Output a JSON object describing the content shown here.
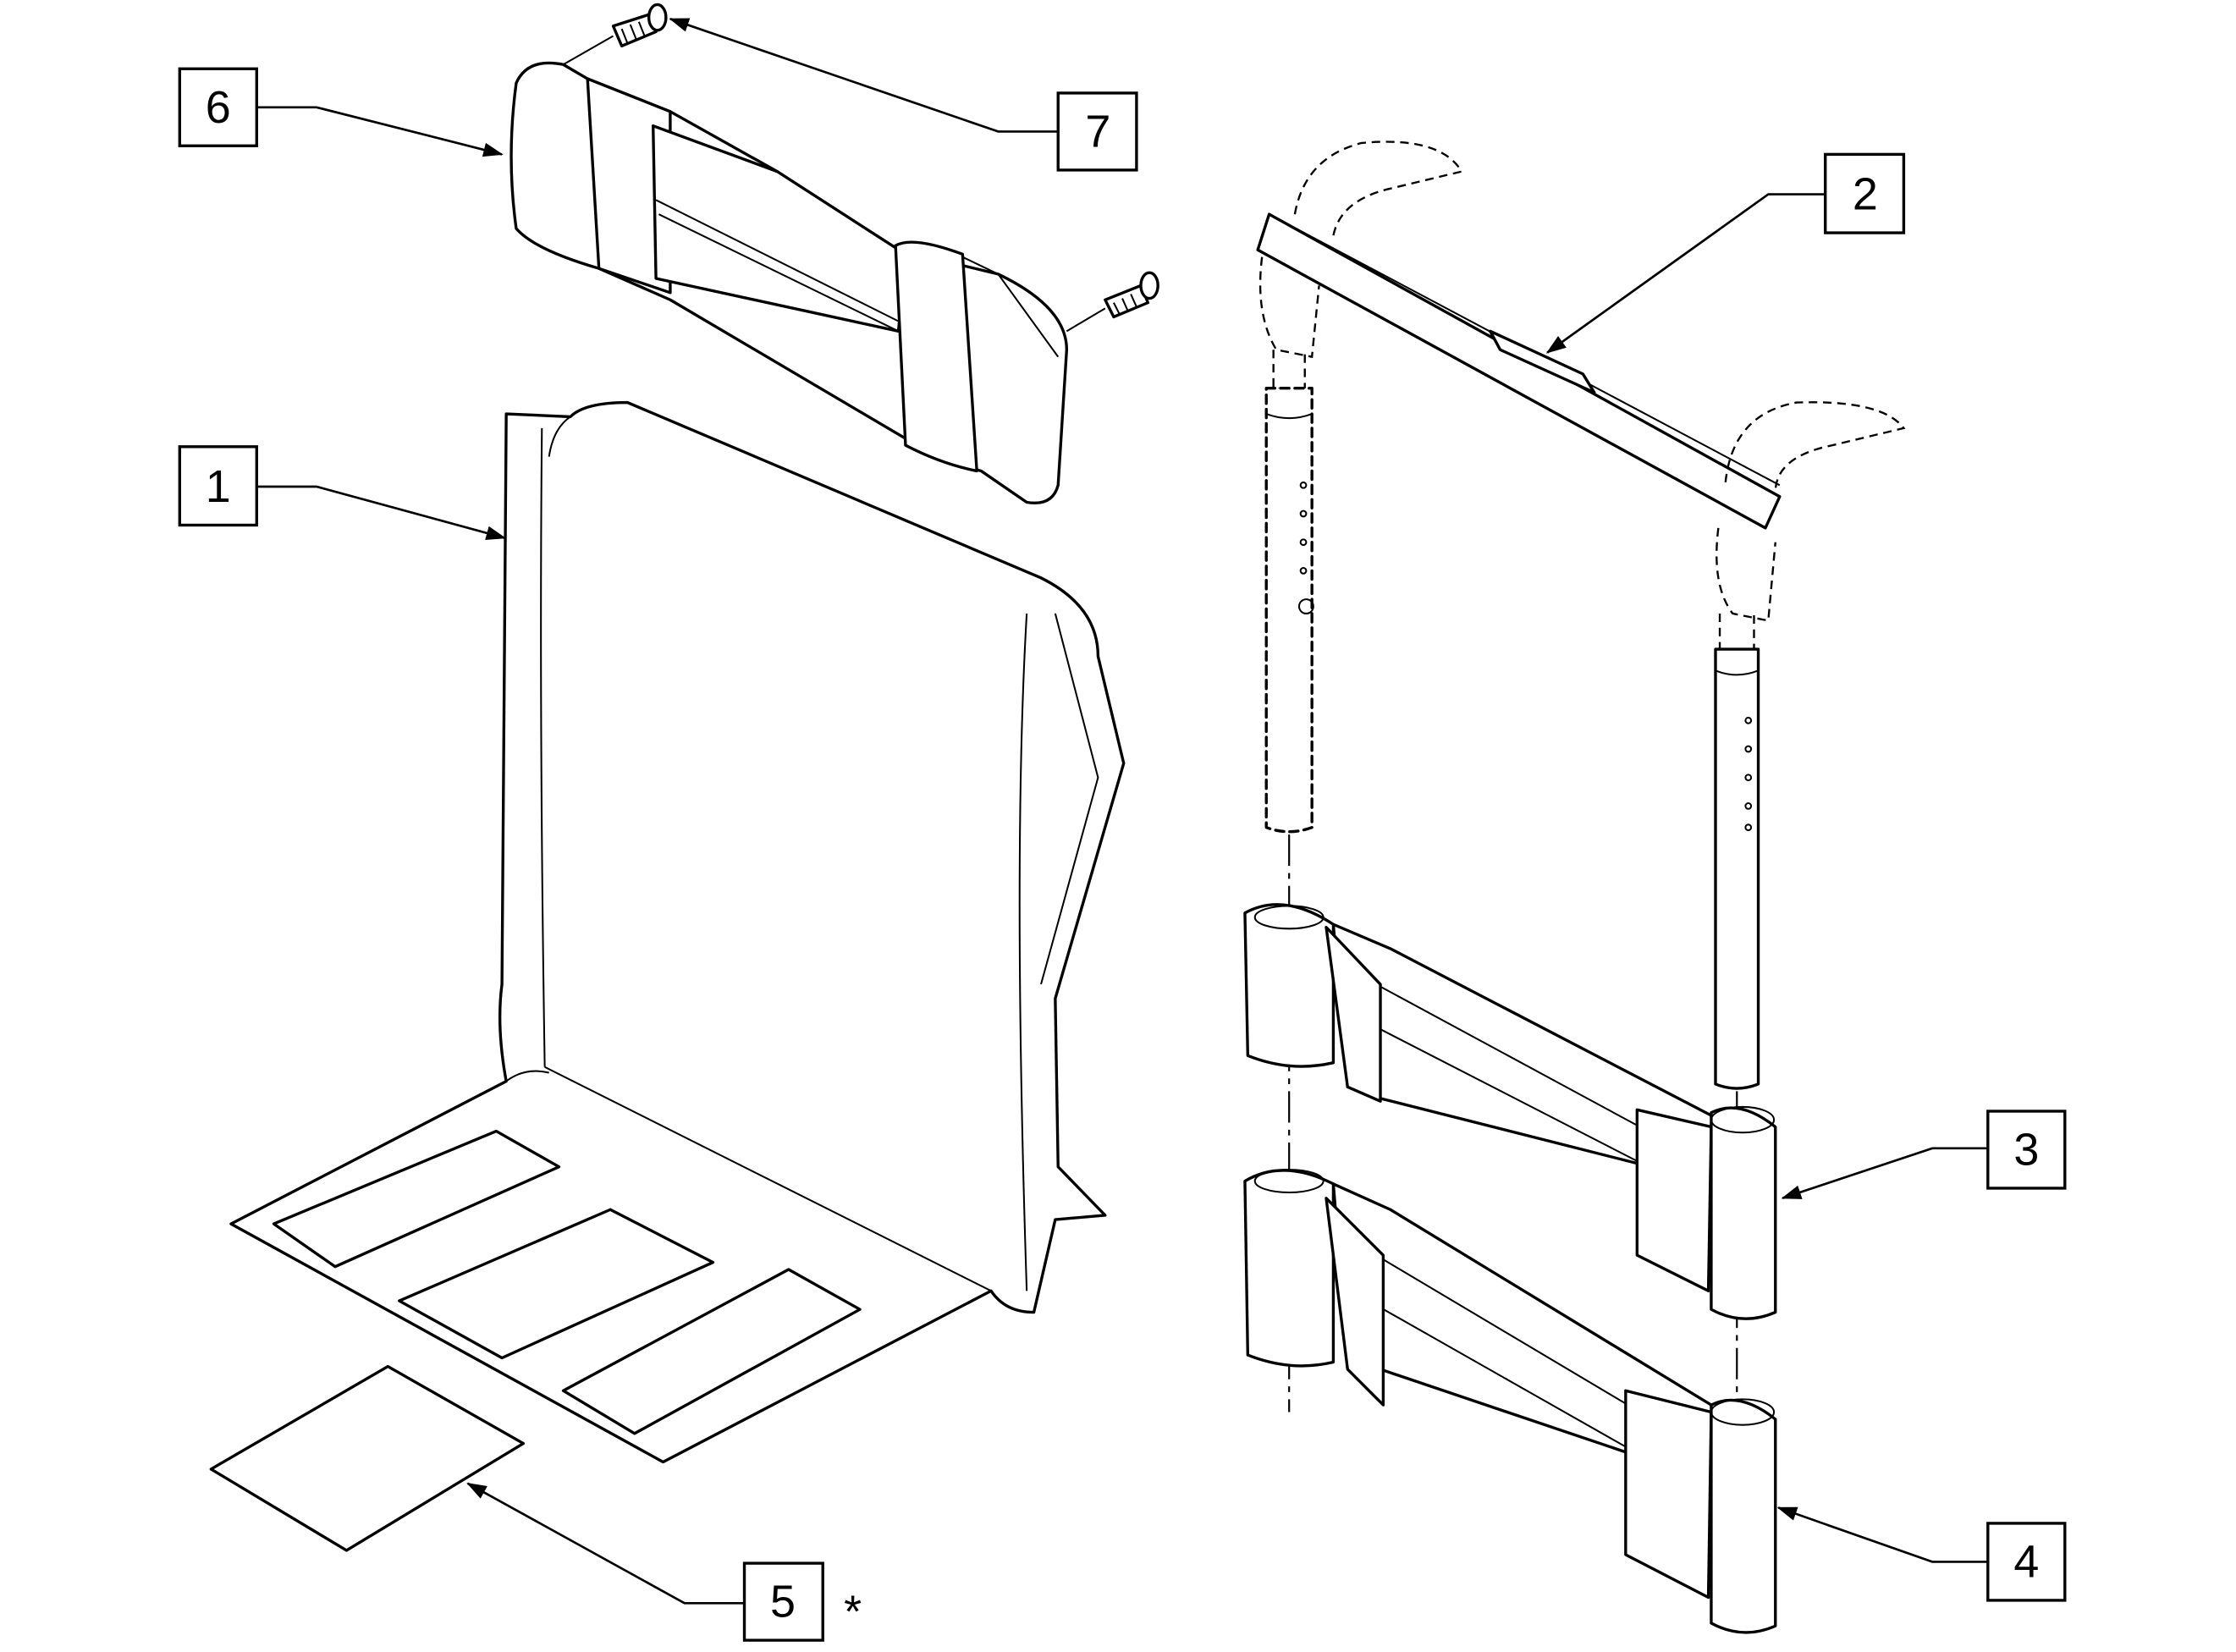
{
  "callouts": [
    {
      "id": "1",
      "label": "1"
    },
    {
      "id": "2",
      "label": "2"
    },
    {
      "id": "3",
      "label": "3"
    },
    {
      "id": "4",
      "label": "4"
    },
    {
      "id": "5",
      "label": "5",
      "note": "*"
    },
    {
      "id": "6",
      "label": "6"
    },
    {
      "id": "7",
      "label": "7"
    }
  ]
}
